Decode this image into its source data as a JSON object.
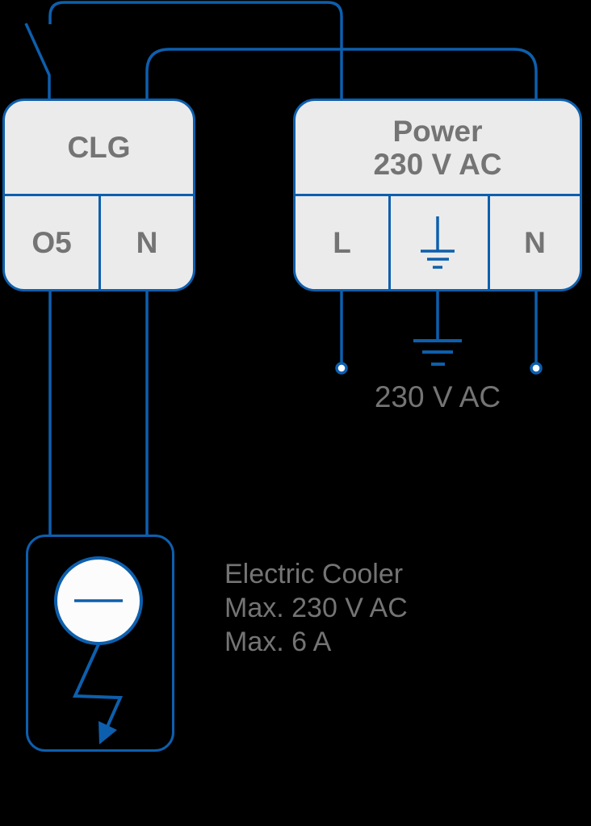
{
  "colors": {
    "wire_blue": "#0d5fad",
    "box_fill": "#ebebeb",
    "text_gray": "#747474",
    "background": "#000000",
    "node_fill": "#ffffff",
    "cooler_circle_fill": "#fcfcfc"
  },
  "clg_module": {
    "title": "CLG",
    "terminals": [
      {
        "label": "O5"
      },
      {
        "label": "N"
      }
    ]
  },
  "power_module": {
    "title_line1": "Power",
    "title_line2": "230 V AC",
    "terminals": [
      {
        "label": "L"
      },
      {
        "icon": "earth-ground-icon"
      },
      {
        "label": "N"
      }
    ]
  },
  "supply_voltage_label": "230 V AC",
  "cooler": {
    "spec_lines": [
      "Electric Cooler",
      "Max. 230 V AC",
      "Max. 6 A"
    ]
  },
  "icons": {
    "switch": "open-switch-icon",
    "ground": "earth-ground-icon",
    "terminal_node": "open-terminal-circle-icon",
    "cooler_symbol": "cooling-device-icon",
    "flash_arrow": "flash-arrow-icon"
  }
}
